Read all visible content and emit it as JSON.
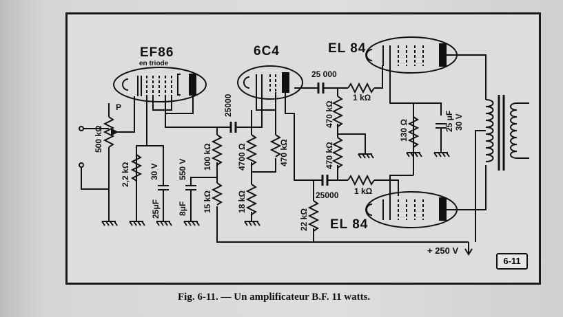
{
  "figure": {
    "caption": "Fig. 6-11. — Un amplificateur B.F. 11 watts.",
    "badge": "6-11",
    "supply_label": "+ 250 V"
  },
  "tubes": {
    "ef86": {
      "name": "EF86",
      "note": "en triode"
    },
    "c64": {
      "name": "6C4"
    },
    "el84_top": {
      "name": "EL 84"
    },
    "el84_bottom": {
      "name": "EL 84"
    }
  },
  "components": {
    "pot": "500 kΩ",
    "pot_tag": "P",
    "r_cathode_ef86": "2,2 kΩ",
    "c_cathode_ef86_v": "30 V",
    "c_cathode_ef86": "25μF",
    "c_decouple_v": "550 V",
    "c_decouple": "8μF",
    "r_plate_ef86": "100 kΩ",
    "r_decouple": "15 kΩ",
    "c_coupling_1": "25000",
    "r_plate_6c4": "4700 Ω",
    "r_cathode_6c4": "470 kΩ",
    "r_cathode_6c4_b": "18 kΩ",
    "r_grid_leak": "22 kΩ",
    "c_coupling_top": "25 000",
    "c_coupling_bottom": "25000",
    "r_stopper_top": "1 kΩ",
    "r_stopper_bottom": "1 kΩ",
    "r_grid_top": "470 kΩ",
    "r_grid_bottom": "470 kΩ",
    "r_cathode_out": "130 Ω",
    "c_cathode_out": "25 μF",
    "c_cathode_out_v": "30 V"
  },
  "colors": {
    "ink": "#111111",
    "paper": "#dddddd",
    "frame": "#1a1a1a"
  }
}
